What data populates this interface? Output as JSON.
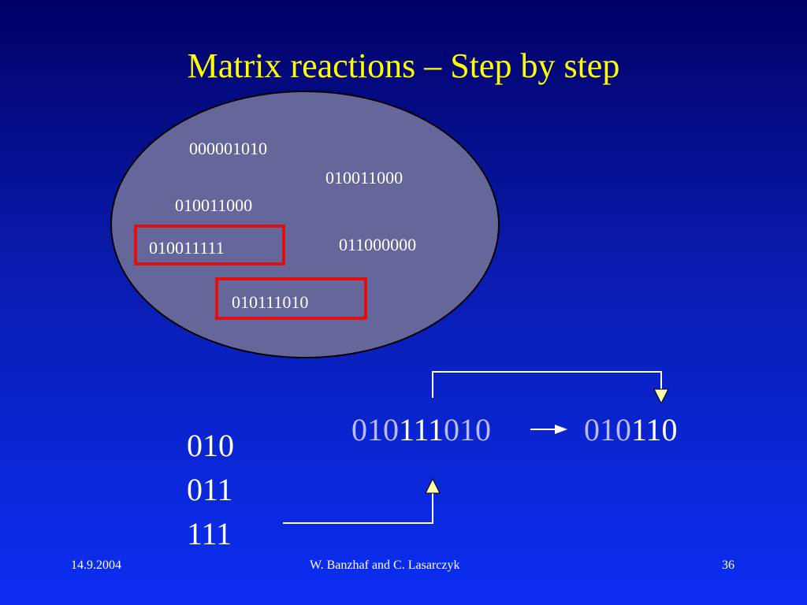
{
  "slide": {
    "title": "Matrix reactions – Step by step"
  },
  "soup": {
    "molecules": [
      "000001010",
      "010011000",
      "010011000",
      "010011111",
      "011000000",
      "010111010"
    ]
  },
  "reaction": {
    "input_parts": [
      "010",
      "111",
      "010"
    ],
    "output_parts": [
      "010",
      "110"
    ]
  },
  "matrix": {
    "rows": [
      "010",
      "011",
      "111"
    ]
  },
  "footer": {
    "date": "14.9.2004",
    "authors": "W. Banzhaf and C. Lasarczyk",
    "page": "36"
  },
  "colors": {
    "title": "#ffff00",
    "highlight_box": "#e01010",
    "arrow_fill": "#ffffaa",
    "faded_digits": "#b8bcff"
  }
}
